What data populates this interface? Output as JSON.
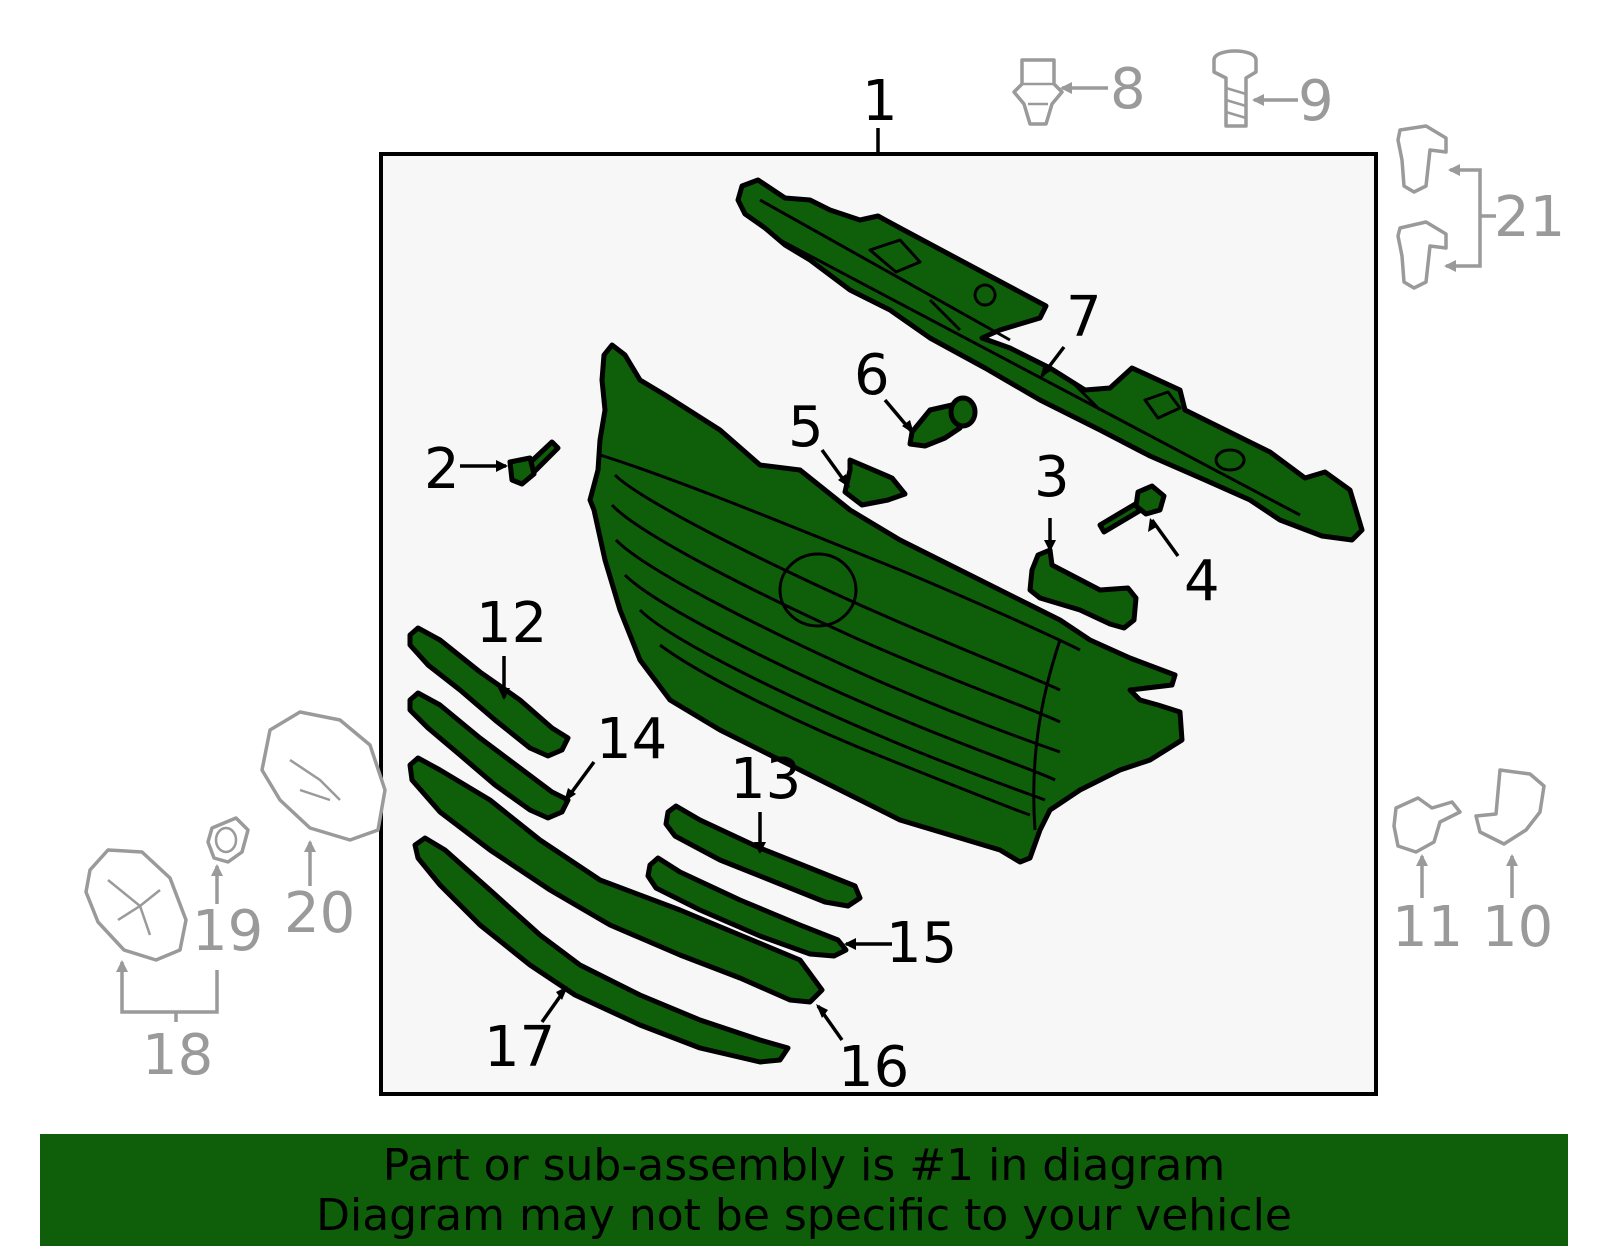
{
  "colors": {
    "part_fill": "#0f5e0a",
    "outline": "#000000",
    "auxiliary": "#9a9a9a",
    "box_fill": "#f7f7f7",
    "banner_background": "#0f5e0a",
    "banner_text": "#000000"
  },
  "callouts": {
    "c1": "1",
    "c2": "2",
    "c3": "3",
    "c4": "4",
    "c5": "5",
    "c6": "6",
    "c7": "7",
    "c8": "8",
    "c9": "9",
    "c10": "10",
    "c11": "11",
    "c12": "12",
    "c13": "13",
    "c14": "14",
    "c15": "15",
    "c16": "16",
    "c17": "17",
    "c18": "18",
    "c19": "19",
    "c20": "20",
    "c21": "21"
  },
  "banner": {
    "line1": "Part or sub-assembly is #1 in diagram",
    "line2": "Diagram may not be specific to your vehicle"
  }
}
